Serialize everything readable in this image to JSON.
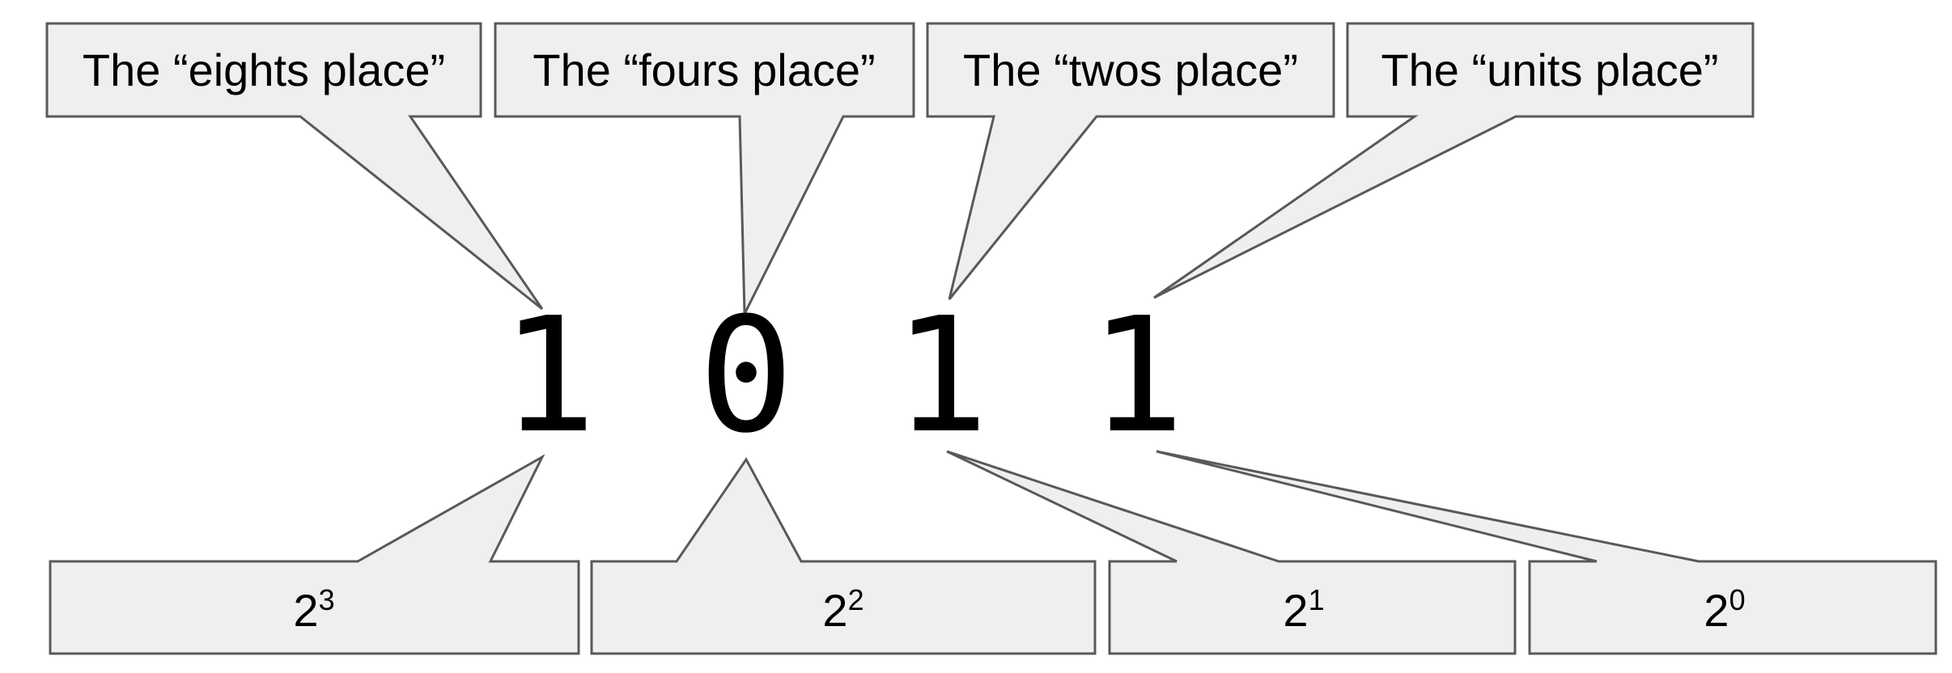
{
  "number": {
    "digits": [
      "1",
      "0",
      "1",
      "1"
    ]
  },
  "place_labels": [
    {
      "text": "The “eights place”"
    },
    {
      "text": "The “fours place”"
    },
    {
      "text": "The “twos place”"
    },
    {
      "text": "The “units place”"
    }
  ],
  "powers": [
    {
      "base": "2",
      "exponent": "3"
    },
    {
      "base": "2",
      "exponent": "2"
    },
    {
      "base": "2",
      "exponent": "1"
    },
    {
      "base": "2",
      "exponent": "0"
    }
  ],
  "colors": {
    "callout_fill": "#efefef",
    "callout_stroke": "#595959",
    "text": "#000000",
    "background": "#ffffff"
  }
}
